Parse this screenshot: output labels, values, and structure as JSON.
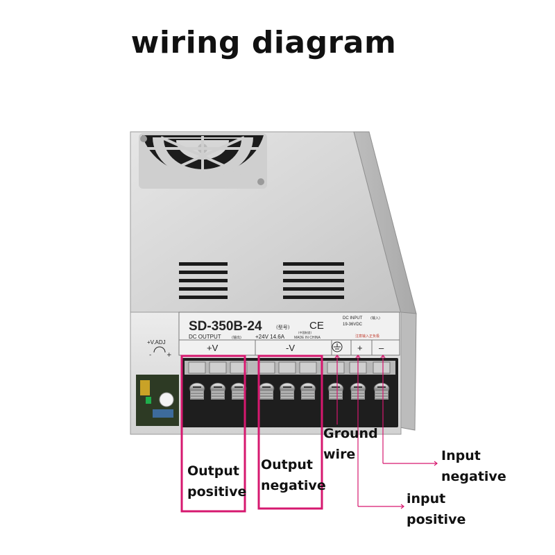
{
  "title": "wiring diagram",
  "device": {
    "model": "SD-350B-24",
    "model_tag": "(型号)",
    "ce_mark": "CE",
    "dc_output_label": "DC OUTPUT",
    "dc_output_tag": "(输出)",
    "output_spec": "+24V 14.6A",
    "made_in": "MADE IN CHINA",
    "made_in_cn": "(中国制造)",
    "dc_input_label": "DC INPUT",
    "dc_input_tag": "(输入)",
    "input_range": "19-36VDC",
    "input_note": "注意输入正负极",
    "vadj_label": "+V.ADJ",
    "terminal_pos": "+V",
    "terminal_neg": "-V",
    "terminal_in_pos": "+",
    "terminal_in_neg": "–"
  },
  "annotations": {
    "output_positive": [
      "Output",
      "positive"
    ],
    "output_negative": [
      "Output",
      "negative"
    ],
    "ground_wire": [
      "Ground",
      "wire"
    ],
    "input_negative": [
      "Input",
      "negative"
    ],
    "input_positive": [
      "input",
      "positive"
    ]
  },
  "colors": {
    "highlight": "#d6186f",
    "case": "#dcdcdc",
    "terminal": "#1e1e1e"
  }
}
